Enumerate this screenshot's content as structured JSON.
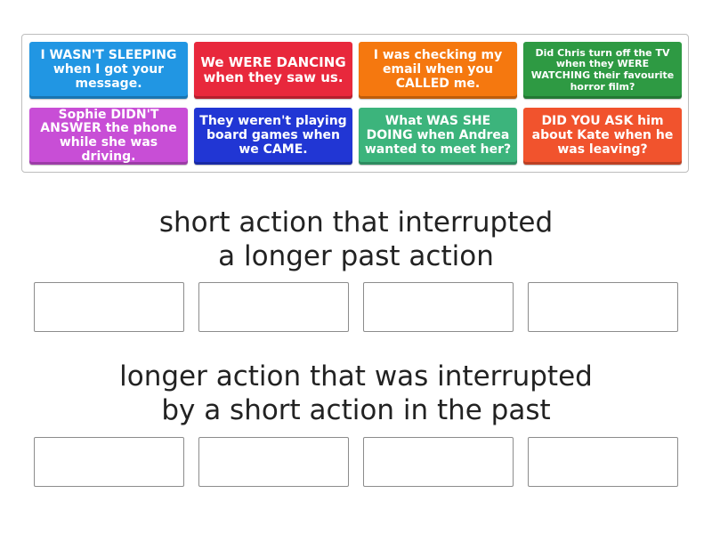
{
  "colors": {
    "blue": "#2196e3",
    "red": "#e8283c",
    "orange": "#f5780f",
    "green": "#2e9a43",
    "purple": "#c84ed6",
    "navy": "#2136d4",
    "teal": "#3cb47c",
    "tomato": "#f1532d"
  },
  "cards": [
    {
      "text": "I WASN'T SLEEPING when I got your message."
    },
    {
      "text": "We WERE DANCING when they saw us."
    },
    {
      "text": "I was checking my email when you CALLED me."
    },
    {
      "text": "Did Chris turn off the TV when they WERE WATCHING their favourite horror film?"
    },
    {
      "text": "Sophie DIDN'T ANSWER the phone while she was driving."
    },
    {
      "text": "They weren't playing board games when we CAME."
    },
    {
      "text": "What WAS SHE DOING when Andrea wanted to meet her?"
    },
    {
      "text": "DID YOU ASK him about Kate when he was leaving?"
    }
  ],
  "groups": [
    {
      "heading_line1": "short action that interrupted",
      "heading_line2": "a longer past action"
    },
    {
      "heading_line1": "longer action that was interrupted",
      "heading_line2": "by a short action in the past"
    }
  ]
}
